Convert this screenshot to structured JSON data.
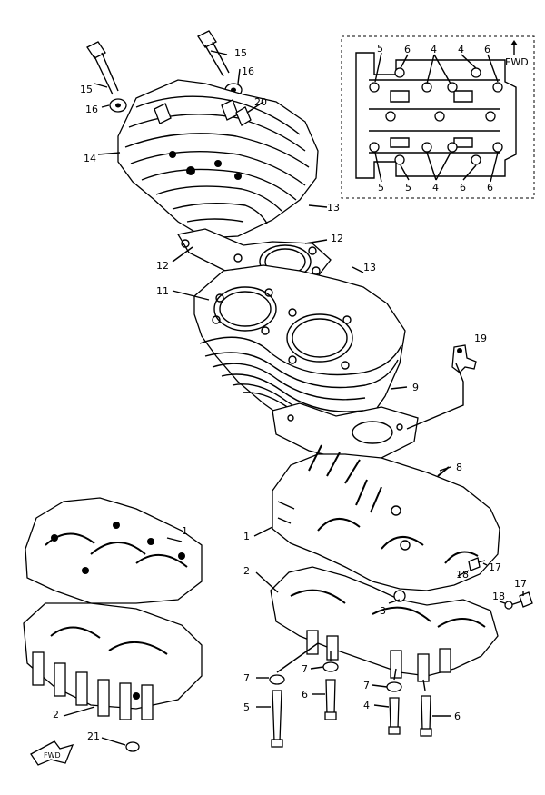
{
  "figure": {
    "callouts": {
      "c1a": "1",
      "c1b": "1",
      "c2a": "2",
      "c2b": "2",
      "c3": "3",
      "c4": "4",
      "c5": "5",
      "c6a": "6",
      "c6b": "6",
      "c7a": "7",
      "c7b": "7",
      "c7c": "7",
      "c8": "8",
      "c9": "9",
      "c11": "11",
      "c12a": "12",
      "c12b": "12",
      "c13a": "13",
      "c13b": "13",
      "c14": "14",
      "c15a": "15",
      "c15b": "15",
      "c16a": "16",
      "c16b": "16",
      "c17a": "17",
      "c17b": "17",
      "c18a": "18",
      "c18b": "18",
      "c19": "19",
      "c20": "20",
      "c21": "21"
    },
    "inset": {
      "fwd_label": "FWD",
      "top_labels": [
        "5",
        "6",
        "4",
        "4",
        "6"
      ],
      "bottom_labels": [
        "5",
        "5",
        "4",
        "6",
        "6"
      ]
    },
    "fwd_arrow_label": "FWD"
  }
}
